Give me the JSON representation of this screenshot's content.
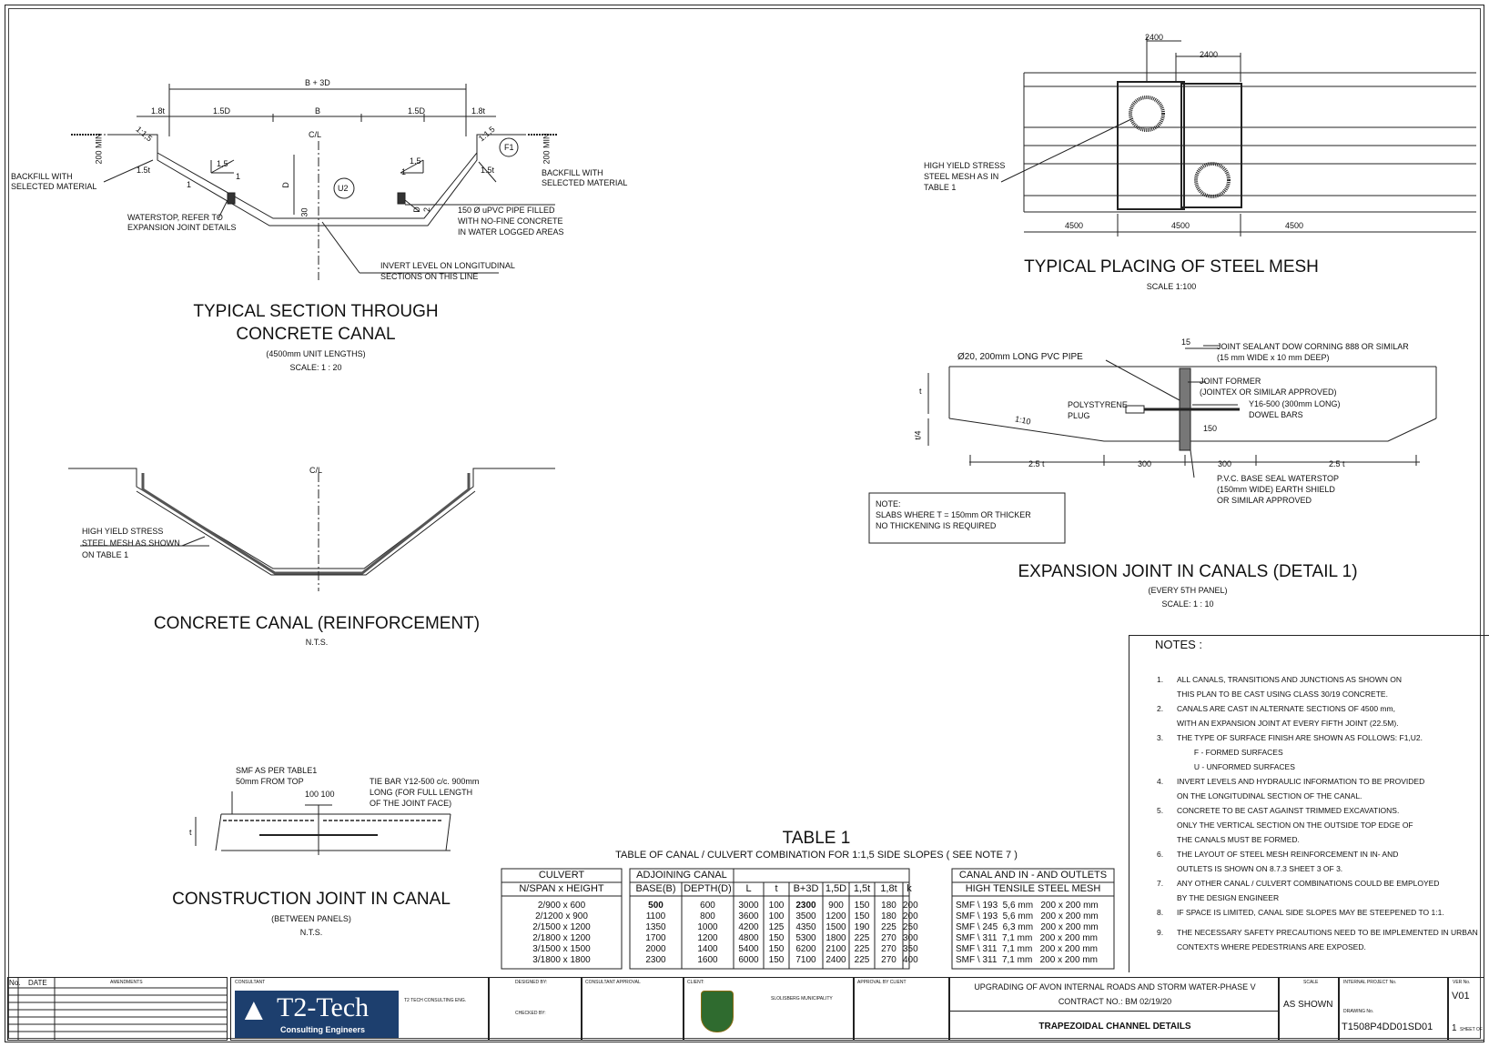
{
  "sections": {
    "typical_section": {
      "title_l1": "TYPICAL SECTION THROUGH",
      "title_l2": "CONCRETE CANAL",
      "sub1": "(4500mm UNIT LENGTHS)",
      "sub2": "SCALE: 1 : 20",
      "labels": {
        "b3d": "B + 3D",
        "t18_l": "1.8t",
        "d15_l": "1.5D",
        "b": "B",
        "d15_r": "1.5D",
        "t18_r": "1.8t",
        "cl": "C/L",
        "s15_l": "1:1,5",
        "s15_r": "1:1,5",
        "min200_l": "200 MIN",
        "min200_r": "200 MIN",
        "t15_l": "1.5t",
        "t15_r": "1.5t",
        "slope_l_top": "1,5",
        "slope_l_side": "1",
        "slope_l_b": "1",
        "slope_r_top": "1,5",
        "slope_r_side": "1",
        "d_l": "D",
        "d_c": "D",
        "d_r": "D",
        "n30": "30",
        "n2": "2",
        "u2": "U2",
        "f1": "F1",
        "backfill_l1": "BACKFILL WITH",
        "backfill_l2": "SELECTED MATERIAL",
        "backfill_r1": "BACKFILL WITH",
        "backfill_r2": "SELECTED MATERIAL",
        "waterstop1": "WATERSTOP, REFER TO",
        "waterstop2": "EXPANSION JOINT DETAILS",
        "pipe1": "150 Ø uPVC PIPE FILLED",
        "pipe2": "WITH NO-FINE CONCRETE",
        "pipe3": "IN WATER LOGGED AREAS",
        "invert1": "INVERT LEVEL ON LONGITUDINAL",
        "invert2": "SECTIONS ON THIS LINE"
      }
    },
    "reinforcement": {
      "title": "CONCRETE CANAL (REINFORCEMENT)",
      "sub": "N.T.S.",
      "cl": "C/L",
      "mesh1": "HIGH YIELD  STRESS",
      "mesh2": "STEEL MESH AS SHOWN",
      "mesh3": "ON TABLE 1"
    },
    "construction_joint": {
      "title": "CONSTRUCTION JOINT IN CANAL",
      "sub1": "(BETWEEN PANELS)",
      "sub2": "N.T.S.",
      "smf1": "SMF AS PER TABLE1",
      "smf2": "50mm FROM TOP",
      "dims": "100 100",
      "t": "t",
      "tie1": "TIE BAR Y12-500 c/c. 900mm",
      "tie2": "LONG (FOR FULL LENGTH",
      "tie3": "OF THE JOINT FACE)"
    },
    "steel_mesh": {
      "title": "TYPICAL PLACING OF STEEL MESH",
      "sub": "SCALE 1:100",
      "dim_top1": "2400",
      "dim_top2": "2400",
      "dim_b1": "4500",
      "dim_b2": "4500",
      "dim_b3": "4500",
      "mesh1": "HIGH YIELD STRESS",
      "mesh2": "STEEL MESH AS IN",
      "mesh3": "TABLE 1"
    },
    "expansion_joint": {
      "title": "EXPANSION JOINT IN CANALS (DETAIL 1)",
      "sub1": "(EVERY 5TH PANEL)",
      "sub2": "SCALE: 1 : 10",
      "pvc": "Ø20, 200mm LONG PVC PIPE",
      "n15": "15",
      "seal1": "JOINT SEALANT DOW CORNING 888 OR SIMILAR",
      "seal2": "(15 mm WIDE x 10 mm DEEP)",
      "former1": "JOINT FORMER",
      "former2": "(JOINTEX OR SIMILAR APPROVED)",
      "dowel1": "Y16-500 (300mm LONG)",
      "dowel2": "DOWEL BARS",
      "poly1": "POLYSTYRENE",
      "poly2": "PLUG",
      "slope": "1:10",
      "n150": "150",
      "t": "t",
      "t4": "t/4",
      "d1": "2.5 t",
      "d2": "300",
      "d3": "300",
      "d4": "2.5 t",
      "ws1": "P.V.C. BASE SEAL WATERSTOP",
      "ws2": "(150mm WIDE) EARTH SHIELD",
      "ws3": "OR SIMILAR APPROVED",
      "note1": "NOTE:",
      "note2": "SLABS WHERE T = 150mm OR THICKER",
      "note3": "NO THICKENING IS REQUIRED"
    }
  },
  "table1": {
    "title": "TABLE 1",
    "subtitle": "TABLE OF CANAL / CULVERT COMBINATION FOR 1:1,5 SIDE SLOPES ( SEE NOTE 7 )",
    "culvert_head": "CULVERT",
    "culvert_sub": "N/SPAN x HEIGHT",
    "culvert": [
      "2/900 x 600",
      "2/1200 x 900",
      "2/1500 x 1200",
      "2/1800 x 1200",
      "3/1500 x 1500",
      "3/1800 x 1800"
    ],
    "canal_head": "ADJOINING CANAL",
    "canal_cols": [
      "BASE(B)",
      "DEPTH(D)",
      "L",
      "t",
      "B+3D",
      "1,5D",
      "1,5t",
      "1,8t",
      "k"
    ],
    "canal_rows": [
      [
        "500",
        "600",
        "3000",
        "100",
        "2300",
        "900",
        "150",
        "180",
        "200"
      ],
      [
        "1100",
        "800",
        "3600",
        "100",
        "3500",
        "1200",
        "150",
        "180",
        "200"
      ],
      [
        "1350",
        "1000",
        "4200",
        "125",
        "4350",
        "1500",
        "190",
        "225",
        "250"
      ],
      [
        "1700",
        "1200",
        "4800",
        "150",
        "5300",
        "1800",
        "225",
        "270",
        "300"
      ],
      [
        "2000",
        "1400",
        "5400",
        "150",
        "6200",
        "2100",
        "225",
        "270",
        "350"
      ],
      [
        "2300",
        "1600",
        "6000",
        "150",
        "7100",
        "2400",
        "225",
        "270",
        "400"
      ]
    ],
    "mesh_head1": "CANAL AND IN - AND OUTLETS",
    "mesh_head2": "HIGH TENSILE STEEL MESH",
    "mesh": [
      "SMF \\ 193  5,6 mm   200 x 200 mm",
      "SMF \\ 193  5,6 mm   200 x 200 mm",
      "SMF \\ 245  6,3 mm   200 x 200 mm",
      "SMF \\ 311  7,1 mm   200 x 200 mm",
      "SMF \\ 311  7,1 mm   200 x 200 mm",
      "SMF \\ 311  7,1 mm   200 x 200 mm"
    ]
  },
  "notes": {
    "title": "NOTES :",
    "items": [
      {
        "n": "1.",
        "lines": [
          "ALL CANALS, TRANSITIONS AND JUNCTIONS AS SHOWN ON",
          "THIS PLAN TO BE CAST USING CLASS 30/19 CONCRETE."
        ]
      },
      {
        "n": "2.",
        "lines": [
          "CANALS ARE CAST IN ALTERNATE SECTIONS OF 4500 mm,",
          "WITH AN EXPANSION JOINT AT EVERY FIFTH JOINT (22.5M)."
        ]
      },
      {
        "n": "3.",
        "lines": [
          "THE TYPE OF SURFACE FINISH ARE SHOWN AS FOLLOWS: F1,U2.",
          "        F - FORMED SURFACES",
          "        U - UNFORMED SURFACES"
        ]
      },
      {
        "n": "4.",
        "lines": [
          "INVERT LEVELS AND HYDRAULIC INFORMATION TO BE PROVIDED",
          "ON THE LONGITUDINAL SECTION OF THE CANAL."
        ]
      },
      {
        "n": "5.",
        "lines": [
          "CONCRETE TO BE CAST AGAINST TRIMMED EXCAVATIONS.",
          "ONLY THE VERTICAL SECTION ON THE OUTSIDE TOP EDGE OF",
          "THE CANALS MUST BE FORMED."
        ]
      },
      {
        "n": "6.",
        "lines": [
          "THE LAYOUT OF STEEL MESH REINFORCEMENT IN IN- AND",
          "OUTLETS IS SHOWN ON 8.7.3 SHEET 3 OF 3."
        ]
      },
      {
        "n": "7.",
        "lines": [
          "ANY OTHER CANAL / CULVERT COMBINATIONS COULD BE EMPLOYED",
          "BY THE DESIGN ENGINEER"
        ]
      },
      {
        "n": "8.",
        "lines": [
          "IF SPACE IS LIMITED, CANAL SIDE SLOPES MAY BE STEEPENED TO 1:1."
        ]
      },
      {
        "n": "9.",
        "lines": [
          "THE NECESSARY SAFETY PRECAUTIONS NEED TO BE IMPLEMENTED IN URBAN",
          "CONTEXTS WHERE PEDESTRIANS ARE EXPOSED."
        ]
      }
    ]
  },
  "title_block": {
    "no": "No.",
    "date": "DATE",
    "amendments": "AMENDMENTS",
    "consultant": "CONSULTANT",
    "logo_text": "T2-Tech",
    "logo_sub": "Consulting Engineers",
    "consultant_name": "T2 TECH CONSULTING ENG.",
    "designed_by": "DESIGNED BY:",
    "checked_by": "CHECKED BY:",
    "consultant_approval": "CONSULTANT APPROVAL",
    "client": "CLIENT:",
    "client_name": "SLOLISBERG MUNICIPALITY",
    "approval_client": "APPROVAL BY CLIENT",
    "project1": "UPGRADING OF AVON INTERNAL ROADS AND STORM WATER-PHASE V",
    "project2": "CONTRACT NO.:  BM 02/19/20",
    "drawing_title": "TRAPEZOIDAL CHANNEL DETAILS",
    "scale_lbl": "SCALE",
    "scale": "AS SHOWN",
    "int_proj_lbl": "INTERNAL PROJECT No.",
    "drawing_no_lbl": "DRAWING No.",
    "drawing_no": "T1508P4DD01SD01",
    "ver_lbl": "VER No.",
    "ver": "V01",
    "sheet": "1",
    "sheet_of": "SHEET OF"
  }
}
